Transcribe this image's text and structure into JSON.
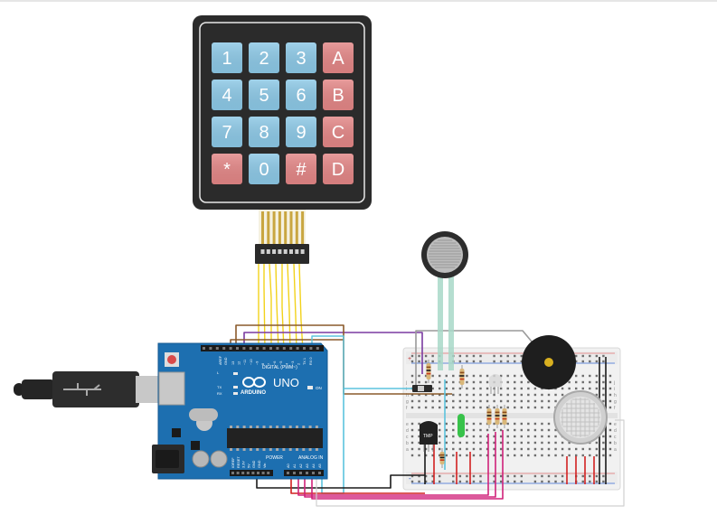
{
  "keypad": {
    "keys": [
      [
        "1",
        "2",
        "3",
        "A"
      ],
      [
        "4",
        "5",
        "6",
        "B"
      ],
      [
        "7",
        "8",
        "9",
        "C"
      ],
      [
        "*",
        "0",
        "#",
        "D"
      ]
    ]
  },
  "arduino": {
    "model_label": "UNO",
    "brand_label": "ARDUINO",
    "digital_label": "DIGITAL (PWM~)",
    "analog_label": "ANALOG IN",
    "power_label": "POWER",
    "on_label": "ON",
    "led_labels": [
      "L",
      "TX",
      "RX"
    ],
    "aref_label": "AREF",
    "gnd_label": "GND",
    "digital_pins": [
      "13",
      "12",
      "~11",
      "~10",
      "~9",
      "8",
      "7",
      "~6",
      "~5",
      "4",
      "~3",
      "2",
      "TX 1",
      "RX 0"
    ],
    "power_pins": [
      "IOREF",
      "RESET",
      "3.3V",
      "5V",
      "GND",
      "GND",
      "Vin"
    ],
    "analog_pins": [
      "A0",
      "A1",
      "A2",
      "A3",
      "A4",
      "A5"
    ]
  },
  "sensor": {
    "tmp_label": "TMP"
  },
  "breadboard": {
    "row_letters_left": [
      "j",
      "i",
      "h",
      "g",
      "f",
      "e",
      "d",
      "c",
      "b",
      "a"
    ],
    "row_letters_right": [
      "j",
      "i",
      "h",
      "g",
      "f",
      "e",
      "d",
      "c",
      "b",
      "a"
    ],
    "plus": "+",
    "minus": "-"
  },
  "colors": {
    "keypad_body": "#2b2b2b",
    "key_blue": "#8cc8e6",
    "key_red": "#e38686",
    "arduino_board": "#1d6fb0",
    "wire_yellow": "#f2d21b",
    "wire_purple": "#7a3aa0",
    "wire_brown": "#8a5a2b",
    "wire_gray": "#9a9a9a",
    "wire_cyan": "#5bc3dd",
    "wire_magenta": "#d0227a",
    "wire_black": "#1a1a1a",
    "wire_red": "#d22020",
    "fsr_trace": "#a8d8c8"
  }
}
